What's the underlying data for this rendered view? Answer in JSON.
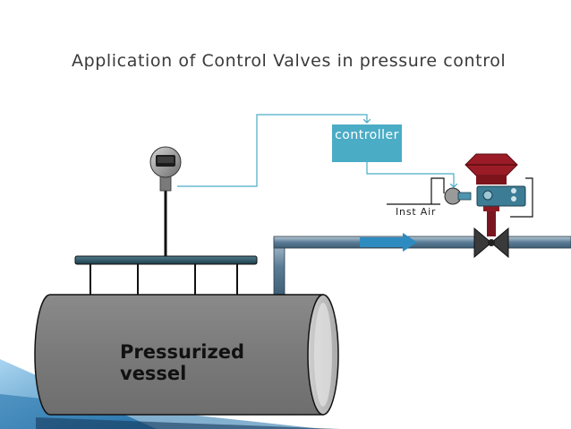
{
  "slide": {
    "title": "Application of Control Valves in pressure control"
  },
  "diagram": {
    "controller_label": "controller",
    "inst_air_label": "Inst Air",
    "vessel_label_line1": "Pressurized",
    "vessel_label_line2": "vessel"
  },
  "colors": {
    "controller_fill": "#4bacc6",
    "signal_line": "#4bacc6",
    "vessel_body": "#7f7f7f",
    "pipe": "#5f7f99",
    "flow_arrow": "#2e8bc0",
    "actuator_red": "#9b1c26",
    "positioner": "#3d7c95",
    "valve_body": "#3a3a3a",
    "corner_accent": "#1f6fa8"
  },
  "icons": {
    "transmitter": "pressure-transmitter-icon",
    "valve": "control-valve-icon",
    "flow": "flow-arrow-icon"
  }
}
